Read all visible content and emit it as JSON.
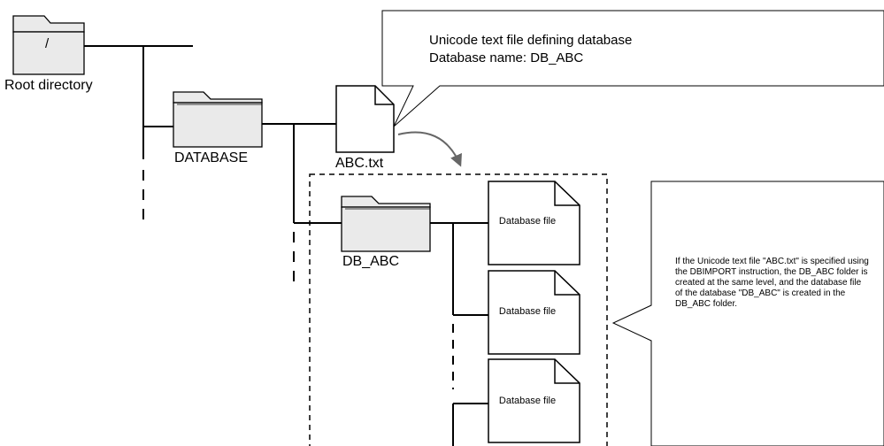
{
  "root": {
    "slash": "/",
    "label": "Root directory"
  },
  "database_folder": {
    "label": "DATABASE"
  },
  "abc_file": {
    "label": "ABC.txt"
  },
  "callout_top": {
    "line1": "Unicode text file defining database",
    "line2": "Database name: DB_ABC"
  },
  "db_abc_folder": {
    "label": "DB_ABC"
  },
  "database_files": [
    {
      "label": "Database file"
    },
    {
      "label": "Database file"
    },
    {
      "label": "Database file"
    }
  ],
  "callout_right": {
    "text": "If the Unicode text file \"ABC.txt\" is specified using the DBIMPORT instruction, the DB_ABC folder is created at the same level, and the database file of the database \"DB_ABC\" is created in the DB_ABC folder."
  },
  "colors": {
    "folder_fill": "#eaeaea",
    "stroke": "#000000",
    "arrow": "#666666"
  }
}
